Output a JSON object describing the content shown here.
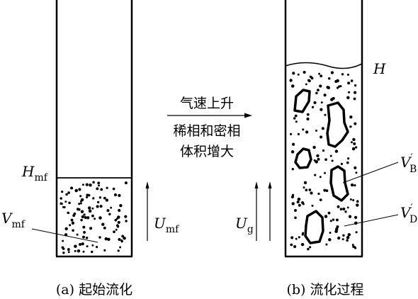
{
  "arrow_text": {
    "top": "气速上升",
    "line2": "稀相和密相",
    "line3": "体积增大"
  },
  "captions": {
    "left": "(a) 起始流化",
    "right": "(b) 流化过程"
  },
  "labels": {
    "H_mf": {
      "main": "H",
      "sub": "mf"
    },
    "V_mf": {
      "main": "V",
      "sub": "mf"
    },
    "U_mf": {
      "main": "U",
      "sub": "mf"
    },
    "U_g": {
      "main": "U",
      "sub": "g"
    },
    "H": {
      "main": "H"
    },
    "V_B": {
      "main": "V",
      "prime": "′",
      "sub": "B"
    },
    "V_D": {
      "main": "V",
      "prime": "′",
      "sub": "D"
    }
  },
  "colors": {
    "line": "#000000",
    "background": "#ffffff"
  }
}
